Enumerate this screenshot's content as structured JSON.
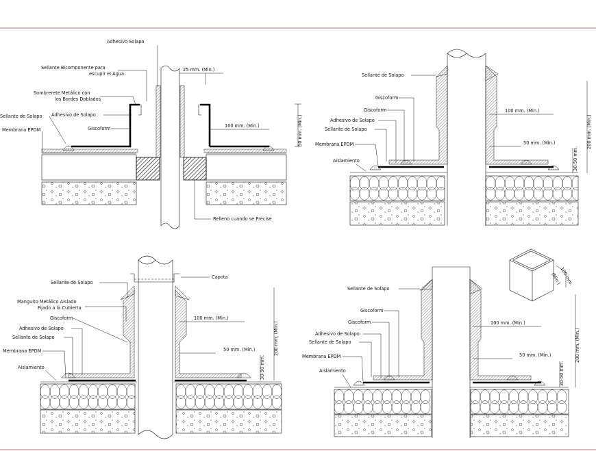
{
  "colors": {
    "line": "#111111",
    "frame": "#b33a3a",
    "background": "#ffffff"
  },
  "detail_1": {
    "adhesivo_solapo_top": "Adhesivo Solapo",
    "sellante_bicomponente": "Sellante Bicomponente para",
    "escupir_agua": "escupir el Agua",
    "dim_25": "25 mm. (Min.)",
    "sombrerete": "Sombrerete Metálico con",
    "bordes_doblados": "los Bordes Doblados",
    "adhesivo_de_solapo": "Adhesivo de Solapo",
    "sellante_de_solapo": "Sellante de Solapo",
    "giscoform": "Giscoform",
    "membrana": "Membrana EPDM",
    "dim_100": "100 mm. (Min.)",
    "dim_50": "50 mm. (Min.)",
    "relleno": "Relleno cuando se Precise"
  },
  "detail_2": {
    "sellante_de_solapo": "Sellante de Solapo",
    "giscoform_1": "Giscoform",
    "giscoform_2": "Giscoform",
    "adhesivo_de_solapo": "Adhesivo de Solapo",
    "sellante_de_solapo_2": "Sellante de Solapo",
    "membrana": "Membrana EPDM",
    "aislamiento": "Aislamiento",
    "dim_100": "100 mm. (Min.)",
    "dim_50": "50 mm. (Min.)",
    "dim_200": "200 mm. (Min.)",
    "dim_30_50": "30-50 mm."
  },
  "detail_3": {
    "sellante_de_solapo": "Sellante de Solapo",
    "capota": "Capota",
    "manguito": "Manguito Metálico Aislado",
    "fijado": "Fijado a la Cubierta",
    "giscoform": "Giscoform",
    "adhesivo_de_solapo": "Adhesivo de Solapo",
    "sellante_de_solapo_2": "Sellante de Solapo",
    "membrana": "Membrana EPDM",
    "aislamiento": "Aislamiento",
    "dim_100": "100 mm. (Min.)",
    "dim_50": "50 mm. (Min.)",
    "dim_200": "200 mm. (Min.)",
    "dim_30_50": "30-50 mm."
  },
  "detail_4": {
    "sellante_de_solapo": "Sellante de Solapo",
    "giscoform_1": "Giscoform",
    "giscoform_2": "Giscoform",
    "adhesivo_de_solapo": "Adhesivo de Solapo",
    "sellante_de_solapo_2": "Sellante de Solapo",
    "membrana": "Membrana EPDM",
    "aislamiento": "Aislamiento",
    "dim_100": "100 mm. (Min.)",
    "dim_50": "50 mm. (Min.)",
    "dim_200": "200 mm. (Min.)",
    "dim_30_50": "30-50 mm.",
    "iso_100": "100 mm.",
    "iso_min": "(Min.)"
  }
}
